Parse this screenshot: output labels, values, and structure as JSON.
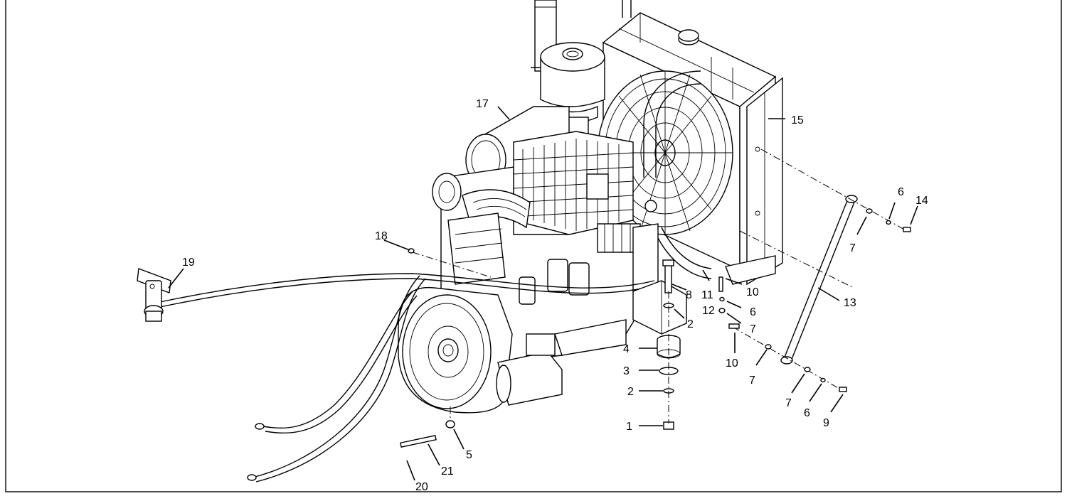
{
  "diagram": {
    "callouts": [
      {
        "id": "c1",
        "text": "1"
      },
      {
        "id": "c2a",
        "text": "2"
      },
      {
        "id": "c2b",
        "text": "2"
      },
      {
        "id": "c3",
        "text": "3"
      },
      {
        "id": "c4",
        "text": "4"
      },
      {
        "id": "c5",
        "text": "5"
      },
      {
        "id": "c6a",
        "text": "6"
      },
      {
        "id": "c6b",
        "text": "6"
      },
      {
        "id": "c6c",
        "text": "6"
      },
      {
        "id": "c7a",
        "text": "7"
      },
      {
        "id": "c7b",
        "text": "7"
      },
      {
        "id": "c7c",
        "text": "7"
      },
      {
        "id": "c7d",
        "text": "7"
      },
      {
        "id": "c8",
        "text": "8"
      },
      {
        "id": "c9",
        "text": "9"
      },
      {
        "id": "c10a",
        "text": "10"
      },
      {
        "id": "c10b",
        "text": "10"
      },
      {
        "id": "c11",
        "text": "11"
      },
      {
        "id": "c12",
        "text": "12"
      },
      {
        "id": "c13",
        "text": "13"
      },
      {
        "id": "c14",
        "text": "14"
      },
      {
        "id": "c15",
        "text": "15"
      },
      {
        "id": "c17",
        "text": "17"
      },
      {
        "id": "c18",
        "text": "18"
      },
      {
        "id": "c19",
        "text": "19"
      },
      {
        "id": "c20",
        "text": "20"
      },
      {
        "id": "c21",
        "text": "21"
      }
    ]
  }
}
